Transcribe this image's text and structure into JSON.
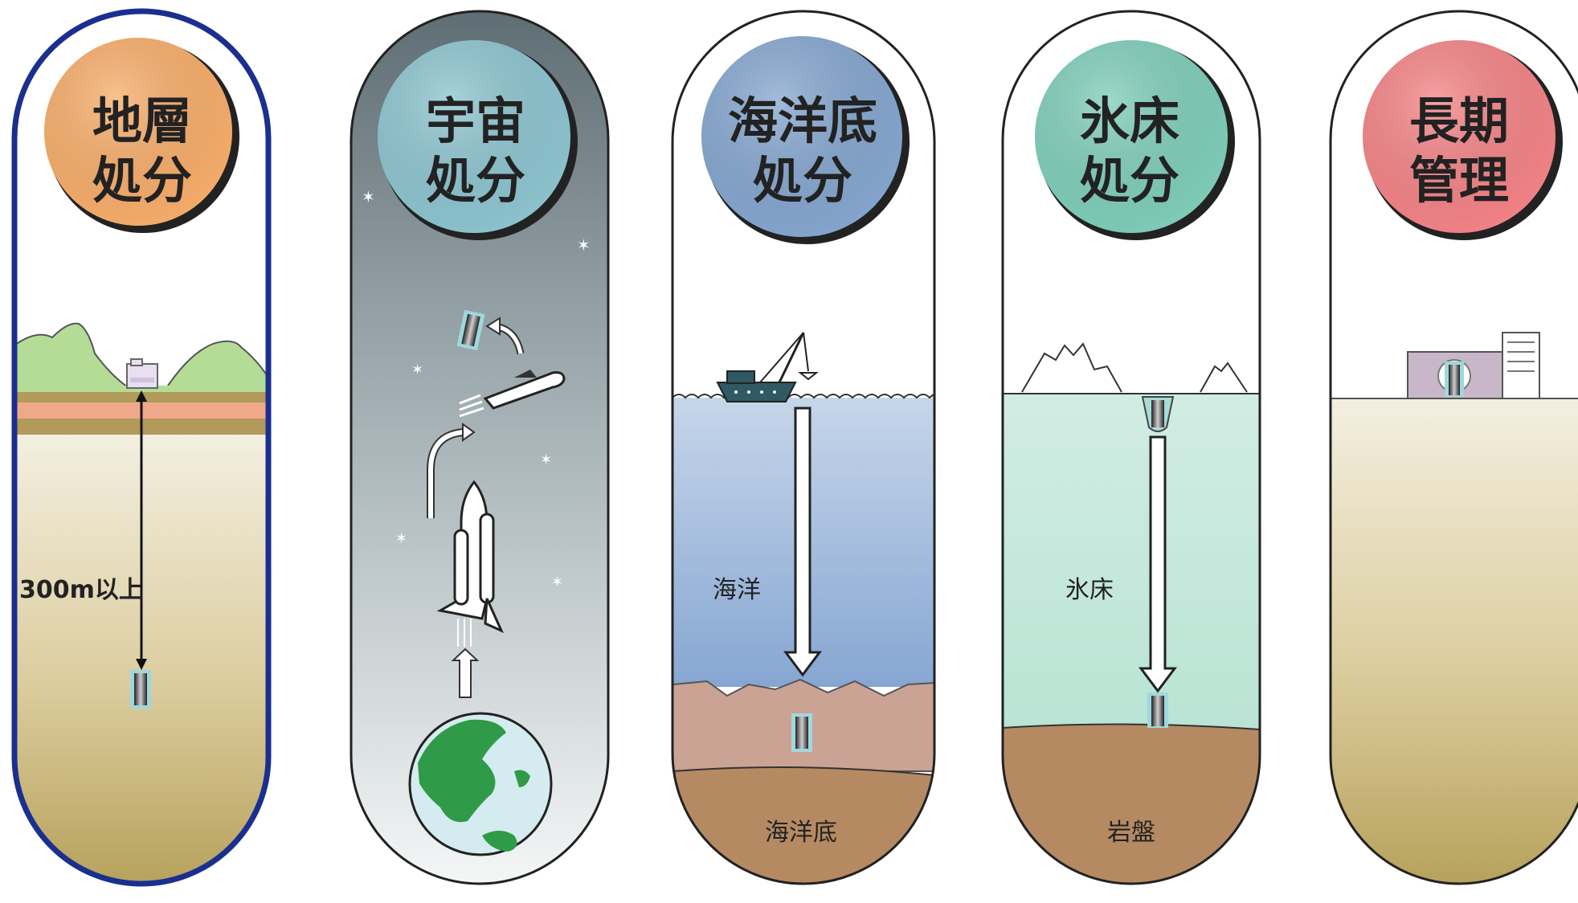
{
  "options": [
    {
      "title_line1": "地層",
      "title_line2": "処分",
      "circle_color": "#f7ad6a",
      "highlight_color": "#1a2f8f"
    },
    {
      "title_line1": "宇宙",
      "title_line2": "処分",
      "circle_color": "#8dc4cf"
    },
    {
      "title_line1": "海洋底",
      "title_line2": "処分",
      "circle_color": "#85a6cf"
    },
    {
      "title_line1": "氷床",
      "title_line2": "処分",
      "circle_color": "#7fcdb9"
    },
    {
      "title_line1": "長期",
      "title_line2": "管理",
      "circle_color": "#f38386"
    }
  ],
  "labels": {
    "depth": "300m以上",
    "ocean": "海洋",
    "seabed": "海洋底",
    "ice_sheet": "氷床",
    "bedrock": "岩盤"
  }
}
